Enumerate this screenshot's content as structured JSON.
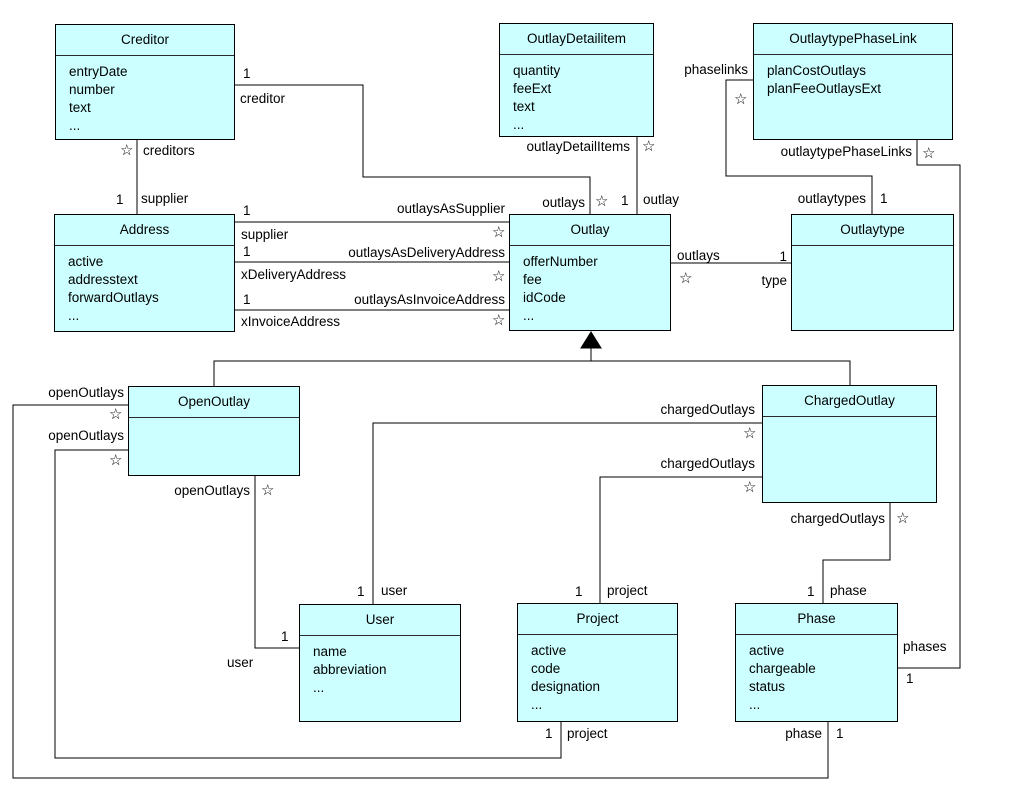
{
  "symbols": {
    "many": "☆"
  },
  "classes": {
    "creditor": {
      "name": "Creditor",
      "attrs": [
        "entryDate",
        "number",
        "text",
        "..."
      ]
    },
    "outlay_detailitem": {
      "name": "OutlayDetailitem",
      "attrs": [
        "quantity",
        "feeExt",
        "text",
        "..."
      ]
    },
    "outlaytype_phase_link": {
      "name": "OutlaytypePhaseLink",
      "attrs": [
        "planCostOutlays",
        "planFeeOutlaysExt"
      ]
    },
    "address": {
      "name": "Address",
      "attrs": [
        "active",
        "addresstext",
        "forwardOutlays",
        "..."
      ]
    },
    "outlay": {
      "name": "Outlay",
      "attrs": [
        "offerNumber",
        "fee",
        "idCode",
        "..."
      ]
    },
    "outlaytype": {
      "name": "Outlaytype",
      "attrs": []
    },
    "open_outlay": {
      "name": "OpenOutlay",
      "attrs": []
    },
    "charged_outlay": {
      "name": "ChargedOutlay",
      "attrs": []
    },
    "user": {
      "name": "User",
      "attrs": [
        "name",
        "abbreviation",
        "..."
      ]
    },
    "project": {
      "name": "Project",
      "attrs": [
        "active",
        "code",
        "designation",
        "..."
      ]
    },
    "phase": {
      "name": "Phase",
      "attrs": [
        "active",
        "chargeable",
        "status",
        "..."
      ]
    }
  },
  "labels": {
    "creditor_one": "1",
    "creditor_role": "creditor",
    "creditors_role": "creditors",
    "supplier_vert_one": "1",
    "supplier_vert_role": "supplier",
    "outlay_detailitems_role": "outlayDetailItems",
    "outlays_top_role": "outlays",
    "outlay_one": "1",
    "outlay_role": "outlay",
    "phaselinks_role": "phaselinks",
    "outlaytypes_role": "outlaytypes",
    "outlaytypes_one": "1",
    "otpl_role": "outlaytypePhaseLinks",
    "phases_role": "phases",
    "phases_one": "1",
    "supplier_one": "1",
    "supplier_role": "supplier",
    "outlays_as_supplier": "outlaysAsSupplier",
    "delivery_one": "1",
    "delivery_role": "xDeliveryAddress",
    "outlays_as_delivery": "outlaysAsDeliveryAddress",
    "invoice_one": "1",
    "invoice_role": "xInvoiceAddress",
    "outlays_as_invoice": "outlaysAsInvoiceAddress",
    "type_outlays_role": "outlays",
    "type_one": "1",
    "type_role": "type",
    "open_outlays_outer": "openOutlays",
    "open_outlays_inner": "openOutlays",
    "open_outlays_bottom": "openOutlays",
    "user_left_one": "1",
    "user_left_role": "user",
    "charged_user_role": "chargedOutlays",
    "charged_project_role": "chargedOutlays",
    "charged_phase_role": "chargedOutlays",
    "user_top_one": "1",
    "user_top_role": "user",
    "project_top_one": "1",
    "project_top_role": "project",
    "phase_top_one": "1",
    "phase_top_role": "phase",
    "project_bottom_one": "1",
    "project_bottom_role": "project",
    "phase_bottom_role": "phase",
    "phase_bottom_one": "1"
  }
}
